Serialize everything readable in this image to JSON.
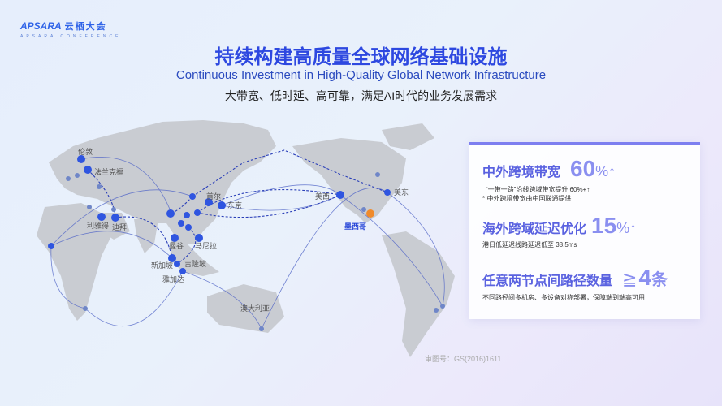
{
  "logo": {
    "brand": "APSARA",
    "cn": "云栖大会",
    "sub": "APSARA CONFERENCE"
  },
  "title": "持续构建高质量全球网络基础设施",
  "subtitle": "Continuous Investment in High-Quality Global Network Infrastructure",
  "tagline": "大带宽、低时延、高可靠，满足AI时代的业务发展需求",
  "map": {
    "labels": {
      "london": "伦敦",
      "frankfurt": "法兰克福",
      "riyadh": "利雅得",
      "dubai": "迪拜",
      "seoul": "首尔",
      "tokyo": "东京",
      "bangkok": "曼谷",
      "manila": "马尼拉",
      "singapore": "新加坡",
      "kualalumpur": "吉隆坡",
      "jakarta": "雅加达",
      "uswest": "美西",
      "useast": "美东",
      "mexico": "墨西哥",
      "australia": "澳大利亚"
    },
    "colors": {
      "node": "#2f55e0",
      "highlight": "#f08a2a"
    }
  },
  "card": {
    "stat1": {
      "heading": "中外跨境带宽",
      "value": "60",
      "unit": "%↑",
      "note1": "“一带一路”沿线跨域带宽提升 60%+↑",
      "note2": "* 中外跨境带宽由中国联通提供"
    },
    "stat2": {
      "heading": "海外跨域延迟优化",
      "value": "15",
      "unit": "%↑",
      "note1": "港日低延迟线路延迟低至 38.5ms"
    },
    "stat3": {
      "heading": "任意两节点间路径数量",
      "prefix": "≧",
      "value": "4",
      "unit": "条",
      "note1": "不同路径间多机房、多设备对称部署，保障端到端高可用"
    }
  },
  "audit": "审图号：GS(2016)1611"
}
